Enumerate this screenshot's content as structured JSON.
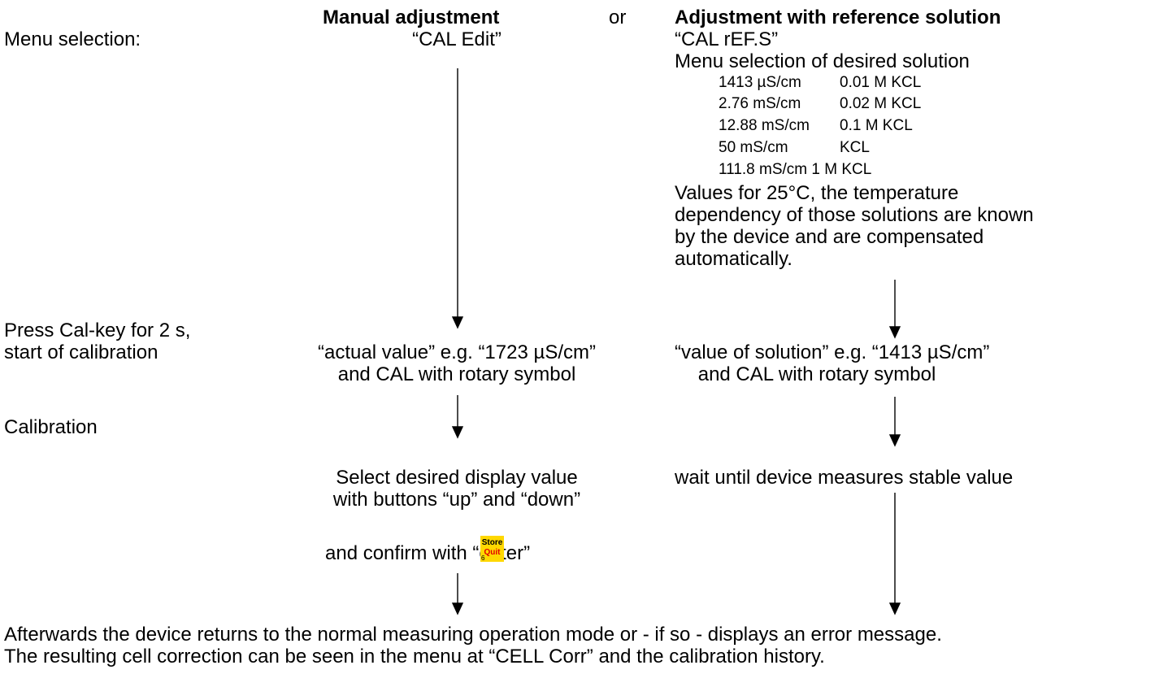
{
  "headings": {
    "manual": "Manual adjustment",
    "or": "or",
    "reference": "Adjustment with reference solution"
  },
  "steps": {
    "menu_selection": "Menu selection:",
    "press_cal": [
      "Press Cal-key for 2 s,",
      "start of calibration"
    ],
    "calibration": "Calibration"
  },
  "manual": {
    "menu": "“CAL Edit”",
    "cal_display": [
      "“actual value” e.g. “1723 µS/cm”",
      "and CAL with rotary symbol"
    ],
    "calibration": [
      "Select desired display value",
      "with buttons “up” and “down”",
      "and confirm with “enter”"
    ]
  },
  "store_key": {
    "line1": "Store",
    "line2": "Quit",
    "number": "6"
  },
  "reference": {
    "menu": "“CAL rEF.S”",
    "menu_desc": "Menu selection of desired solution",
    "solutions": [
      {
        "value": "1413 µS/cm",
        "name": "0.01 M KCL"
      },
      {
        "value": "2.76 mS/cm",
        "name": "0.02 M KCL"
      },
      {
        "value": "12.88 mS/cm",
        "name": "0.1 M KCL"
      },
      {
        "value": "50 mS/cm",
        "name": "KCL"
      },
      {
        "combined": "111.8 mS/cm 1 M KCL"
      }
    ],
    "note": [
      "Values for 25°C, the temperature",
      "dependency of those solutions are known",
      "by the device and are compensated",
      "automatically.",
      ""
    ],
    "cal_display": [
      "“value of solution” e.g. “1413 µS/cm”",
      "and CAL with rotary symbol"
    ],
    "calibration": "wait until device measures stable value"
  },
  "footer": [
    "Afterwards the device returns to the normal measuring operation mode or - if so - displays an error message.",
    "The resulting cell correction can be seen in the menu at “CELL Corr” and the calibration history."
  ]
}
